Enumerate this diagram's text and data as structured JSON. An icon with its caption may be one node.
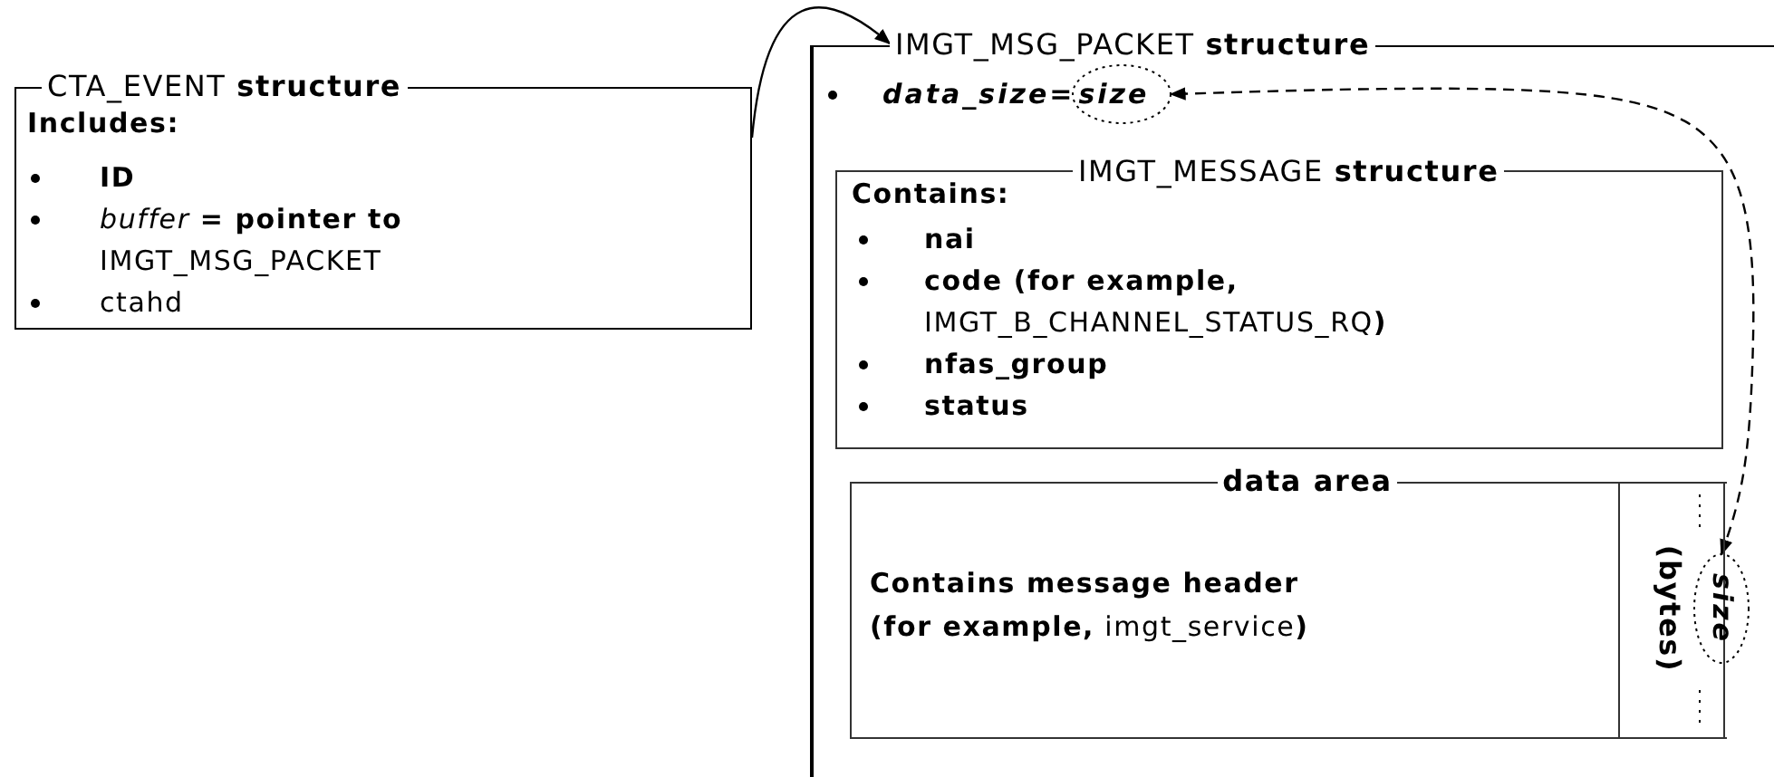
{
  "diagram": {
    "nodes": [
      {
        "text": [
          "CTA_EVENT **structure**",
          "Includes:",
          "**ID**",
          "*buffer* **= pointer to** IMGT_MSG_PACKET",
          "ctahd"
        ]
      },
      {
        "text": [
          "IMGT_MSG_PACKET **structure**",
          "data_size="
        ]
      },
      {
        "text": [
          "size"
        ],
        "in": 1
      },
      {
        "text": [
          "IMGT_MESSAGE **structure**",
          "Contains:",
          "**nai**",
          "**code (for example,** IMGT_B_CHANNEL_STATUS_RQ**)**",
          "**nfas_group**",
          "**status**"
        ],
        "in": 1
      },
      {
        "text": [
          "data area",
          "**Contains message header (for example,** imgt_service**)**"
        ],
        "in": 1
      },
      {
        "text": [
          "(bytes)"
        ],
        "in": 4
      },
      {
        "text": [
          "size"
        ],
        "in": 1
      }
    ],
    "edges": [
      {
        "from": 0,
        "to": 1,
        "arrow": "to"
      },
      {
        "from": 6,
        "to": 2,
        "arrow": "both",
        "style": "dashed"
      }
    ]
  }
}
